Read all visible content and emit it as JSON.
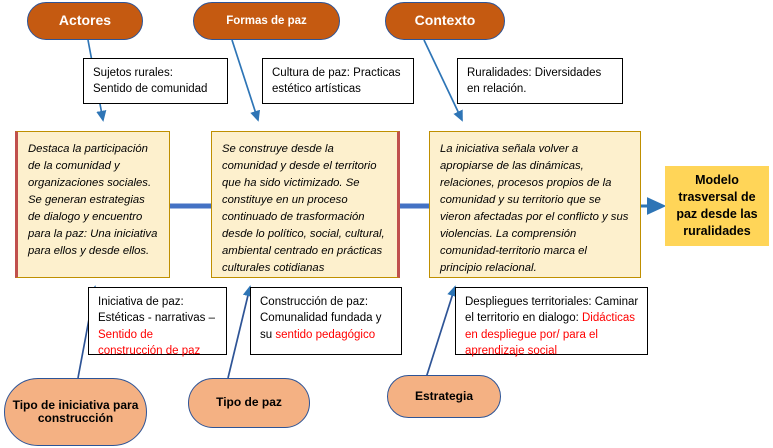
{
  "diagram": {
    "title_nodes_top": [
      {
        "id": "actores",
        "label": "Actores"
      },
      {
        "id": "formas-de-paz",
        "label": "Formas de paz"
      },
      {
        "id": "contexto",
        "label": "Contexto"
      }
    ],
    "notes_top": [
      {
        "id": "sujetos-rurales",
        "line1": "Sujetos rurales:",
        "line2": "Sentido de comunidad"
      },
      {
        "id": "cultura-de-paz",
        "line1": "Cultura de paz: Practicas",
        "line2": "estético artísticas"
      },
      {
        "id": "ruralidades",
        "line1": "Ruralidades: Diversidades",
        "line2": "en relación."
      }
    ],
    "main_boxes": [
      {
        "id": "participacion",
        "text": "Destaca la participación de la comunidad y organizaciones sociales. Se generan estrategias de dialogo y encuentro para la paz: Una iniciativa para ellos y desde ellos."
      },
      {
        "id": "construccion-territorio",
        "text": "Se construye desde la comunidad y desde el territorio que ha sido victimizado. Se constituye en un proceso continuado de trasformación desde lo político, social, cultural, ambiental centrado en prácticas culturales cotidianas"
      },
      {
        "id": "iniciativa-dinamicas",
        "text": "La iniciativa señala volver a apropiarse de las dinámicas, relaciones, procesos propios de la comunidad y su territorio que se vieron afectadas por el conflicto y sus violencias. La comprensión comunidad-territorio marca el principio relacional."
      }
    ],
    "result_box": {
      "id": "modelo-trasversal",
      "label": "Modelo trasversal de paz desde las ruralidades"
    },
    "notes_bottom": [
      {
        "id": "iniciativa-de-paz",
        "black1": "Iniciativa de paz:",
        "black2": "Estéticas - narrativas –",
        "red1": "Sentido de",
        "red2": "construcción de paz"
      },
      {
        "id": "construccion-de-paz",
        "black1": "Construcción de paz:",
        "black2": "Comunalidad fundada y",
        "black3": "su ",
        "red1": "sentido pedagógico"
      },
      {
        "id": "despliegues-territoriales",
        "black1": "Despliegues territoriales: Caminar",
        "black2": "el territorio en dialogo: ",
        "red1": "Didácticas",
        "red2": "en despliegue por/ para el",
        "red3": "aprendizaje social"
      }
    ],
    "title_nodes_bottom": [
      {
        "id": "tipo-de-iniciativa",
        "label": "Tipo de iniciativa para construcción"
      },
      {
        "id": "tipo-de-paz",
        "label": "Tipo de paz"
      },
      {
        "id": "estrategia",
        "label": "Estrategia"
      }
    ],
    "colors": {
      "pill_top_fill": "#c55a11",
      "pill_bottom_fill": "#f4b183",
      "pill_border": "#2e5496",
      "main_box_fill": "#fdf0cd",
      "main_box_border": "#bf8f00",
      "result_box_fill": "#ffd558",
      "arrow": "#2e75b6",
      "connector": "#4472c4",
      "highlight_text": "#ff0000",
      "background": "#ffffff"
    }
  }
}
